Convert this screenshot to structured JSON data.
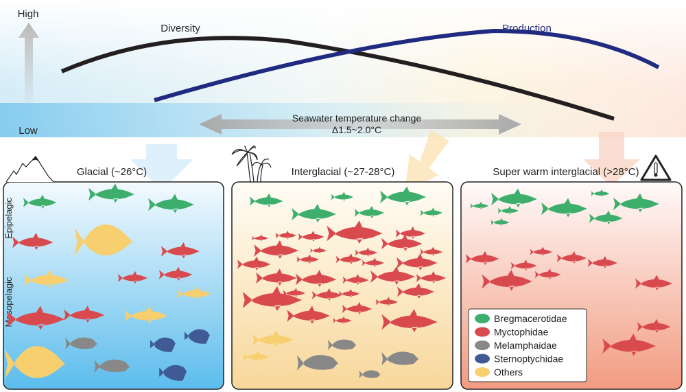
{
  "top": {
    "axis_high": "High",
    "axis_low": "Low",
    "diversity_label": "Diversity",
    "production_label": "Production",
    "temp_change_line1": "Seawater temperature change",
    "temp_change_line2": "Δ1.5~2.0°C"
  },
  "side_labels": {
    "epipelagic": "Epipelagic",
    "mesopelagic": "Mesopelagic"
  },
  "panels": [
    {
      "title": "Glacial (~26°C)",
      "icon": "mountain-icon"
    },
    {
      "title": "Interglacial (~27-28°C)",
      "icon": "palm-tree-icon"
    },
    {
      "title": "Super warm interglacial (>28°C)",
      "icon": "temperature-warning-icon"
    }
  ],
  "legend": [
    {
      "label": "Bregmacerotidae",
      "color": "#3dae6b"
    },
    {
      "label": "Myctophidae",
      "color": "#d94a4f"
    },
    {
      "label": "Melamphaidae",
      "color": "#888888"
    },
    {
      "label": "Sternoptychidae",
      "color": "#3f5a94"
    },
    {
      "label": "Others",
      "color": "#f7cf6e"
    }
  ],
  "colors": {
    "diversity": "#231f20",
    "production": "#1f2a80"
  }
}
